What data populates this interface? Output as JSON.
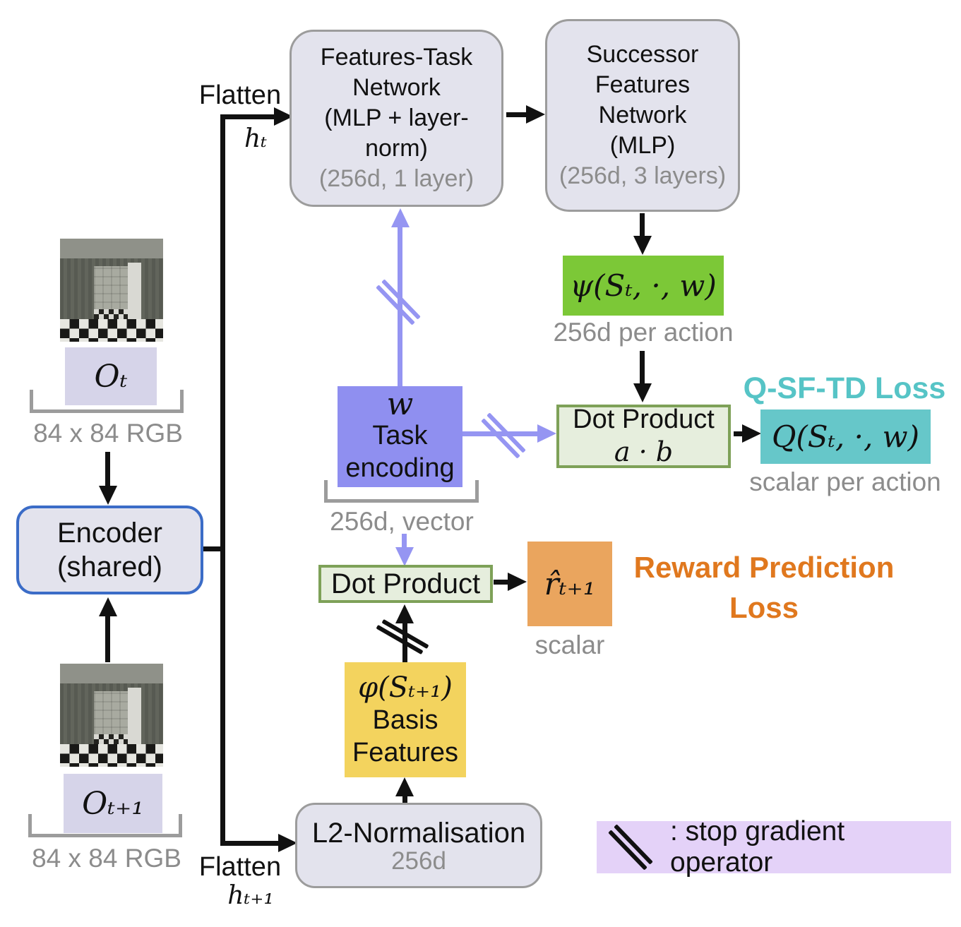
{
  "d": {
    "flatten_top": {
      "label": "Flatten",
      "hidden_state": "hₜ"
    },
    "flatten_bottom": {
      "label": "Flatten",
      "hidden_state": "hₜ₊₁"
    },
    "features_task": {
      "lines": [
        "Features-Task",
        "Network",
        "(MLP + layer-",
        "norm)"
      ],
      "dims": "(256d, 1 layer)"
    },
    "successor": {
      "lines": [
        "Successor",
        "Features",
        "Network",
        "(MLP)"
      ],
      "dims": "(256d, 3 layers)"
    },
    "psi": {
      "formula": "ψ(Sₜ, ·, w)",
      "dims": "256d per action"
    },
    "dot_product_q": {
      "title": "Dot Product",
      "formula": "a · b"
    },
    "q_loss": {
      "label": "Q-SF-TD Loss"
    },
    "q_value": {
      "formula": "Q(Sₜ, ·, w)",
      "dims": "scalar per action"
    },
    "task_encoding": {
      "symbol": "w",
      "lines": [
        "Task",
        "encoding"
      ],
      "dims": "256d, vector"
    },
    "observation_t": {
      "symbol": "Oₜ",
      "dims": "84 x 84 RGB"
    },
    "observation_t1": {
      "symbol": "Oₜ₊₁",
      "dims": "84 x 84 RGB"
    },
    "encoder": {
      "lines": [
        "Encoder",
        "(shared)"
      ]
    },
    "dot_product_r": {
      "title": "Dot Product"
    },
    "reward": {
      "formula": "r̂ₜ₊₁",
      "dims": "scalar"
    },
    "reward_loss": {
      "lines": [
        "Reward Prediction",
        "Loss"
      ]
    },
    "basis": {
      "formula": "φ(Sₜ₊₁)",
      "lines": [
        "Basis",
        "Features"
      ]
    },
    "l2": {
      "title": "L2-Normalisation",
      "dims": "256d"
    },
    "legend": {
      "label": ": stop gradient operator"
    }
  },
  "colors": {
    "box_lavender": "#e3e3ed",
    "obs_lavender": "#d6d4e9",
    "encoder_border_blue": "#3b6cc7",
    "task_purple": "#8f8ff0",
    "arrow_purple": "#9595f2",
    "sf_green": "#7cc837",
    "dot_product_fill": "#e6eedd",
    "dot_product_border": "#7ea158",
    "q_teal": "#66c7c9",
    "q_loss_text_teal": "#56c4c6",
    "reward_orange": "#eaa55e",
    "reward_loss_text_orange": "#e0781e",
    "basis_yellow": "#f3d35e",
    "legend_purple": "#e4d2f8"
  }
}
